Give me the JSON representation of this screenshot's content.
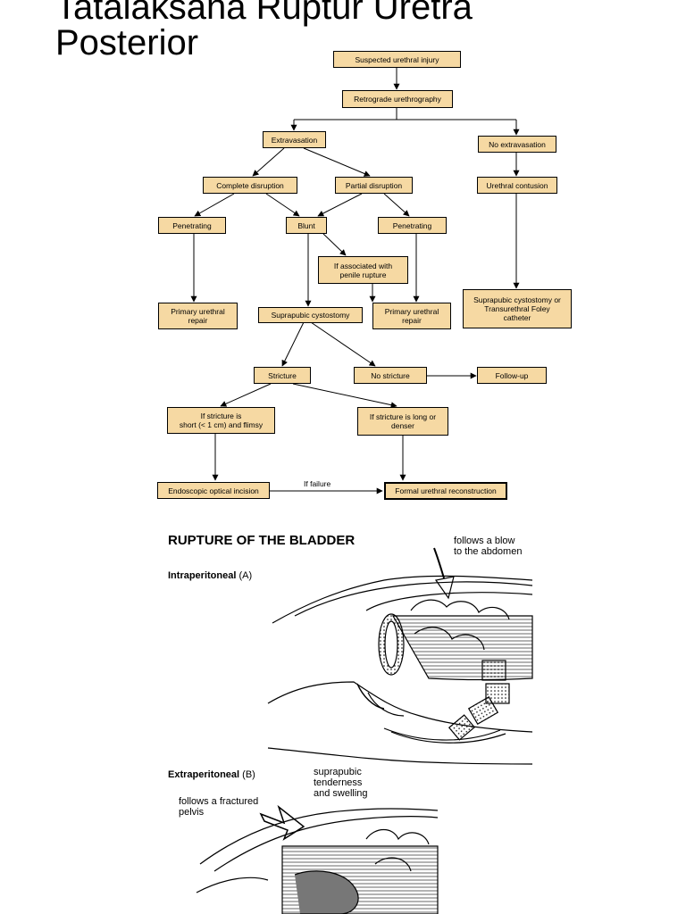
{
  "title": {
    "line1": "Tatalaksana Ruptur Uretra",
    "line2": "Posterior"
  },
  "flowchart": {
    "colors": {
      "box_fill": "#f6d9a3",
      "line": "#000000"
    },
    "nodes": {
      "suspected": "Suspected urethral injury",
      "retrograde": "Retrograde urethrography",
      "extravasation": "Extravasation",
      "no_extravasation": "No extravasation",
      "complete": "Complete disruption",
      "partial": "Partial disruption",
      "contusion": "Urethral contusion",
      "pen_left": "Penetrating",
      "blunt": "Blunt",
      "pen_right": "Penetrating",
      "assoc_penile": "If associated with\npenile rupture",
      "primary_left": "Primary urethral\nrepair",
      "suprapubic": "Suprapubic cystostomy",
      "primary_right": "Primary urethral\nrepair",
      "suprapubic_foley": "Suprapubic cystostomy or\nTransurethral Foley\ncatheter",
      "stricture": "Stricture",
      "no_stricture": "No stricture",
      "follow_up": "Follow-up",
      "short_stricture": "If stricture is\nshort (< 1 cm) and flimsy",
      "long_stricture": "If stricture is long or\ndenser",
      "endoscopic": "Endoscopic optical incision",
      "formal": "Formal urethral reconstruction"
    },
    "edge_label_failure": "If failure"
  },
  "bladder": {
    "heading": "RUPTURE OF THE BLADDER",
    "intra_bold": "Intraperitoneal",
    "intra_suffix": " (A)",
    "extra_bold": "Extraperitoneal",
    "extra_suffix": " (B)",
    "blow_note": "follows a blow\nto the abdomen",
    "suprapubic_note": "suprapubic\ntenderness\nand swelling",
    "pelvis_note": "follows a fractured\npelvis"
  }
}
